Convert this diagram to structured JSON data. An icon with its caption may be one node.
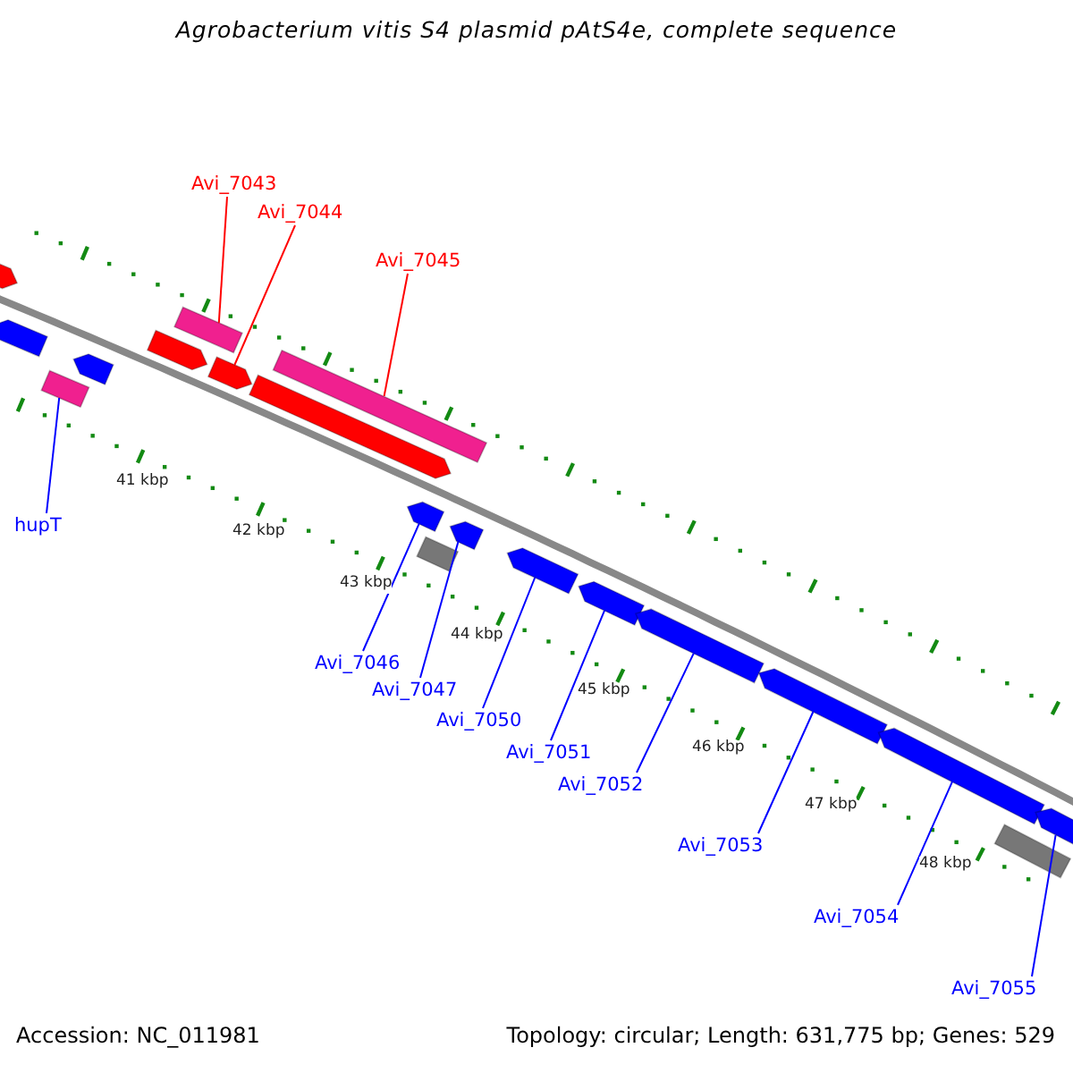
{
  "diagram": {
    "title": "Agrobacterium vitis S4 plasmid pAtS4e, complete sequence",
    "nodes": [
      {
        "text": [
          "Avi_7043"
        ]
      },
      {
        "text": [
          "Avi_7044"
        ]
      },
      {
        "text": [
          "Avi_7045"
        ]
      },
      {
        "text": [
          "hupT"
        ]
      },
      {
        "text": [
          "Avi_7046"
        ]
      },
      {
        "text": [
          "Avi_7047"
        ]
      },
      {
        "text": [
          "Avi_7050"
        ]
      },
      {
        "text": [
          "Avi_7051"
        ]
      },
      {
        "text": [
          "Avi_7052"
        ]
      },
      {
        "text": [
          "Avi_7053"
        ]
      },
      {
        "text": [
          "Avi_7054"
        ]
      },
      {
        "text": [
          "Avi_7055"
        ]
      },
      {
        "text": [],
        "shape": "bar"
      },
      {
        "text": [],
        "shape": "bar"
      },
      {
        "text": [],
        "shape": "bar"
      },
      {
        "text": [],
        "shape": "bar"
      },
      {
        "text": [],
        "shape": "bar"
      },
      {
        "text": [],
        "shape": "bar"
      },
      {
        "text": [],
        "shape": "bar"
      },
      {
        "text": [],
        "shape": "bar"
      },
      {
        "text": [],
        "shape": "bar"
      },
      {
        "text": [],
        "shape": "bar"
      },
      {
        "text": [],
        "shape": "bar"
      },
      {
        "text": [],
        "shape": "bar"
      },
      {
        "text": [],
        "shape": "bar"
      },
      {
        "text": [],
        "shape": "bar"
      },
      {
        "text": [],
        "shape": "bar"
      },
      {
        "text": [],
        "shape": "bar"
      },
      {
        "text": [],
        "shape": "bar"
      },
      {
        "text": [],
        "shape": "bar"
      },
      {
        "text": [],
        "shape": "bar"
      }
    ],
    "edges": [
      {
        "from": 0,
        "to": 17,
        "arrow": "none",
        "color": "#ff0000"
      },
      {
        "from": 1,
        "to": 18,
        "arrow": "none",
        "color": "#ff0000"
      },
      {
        "from": 2,
        "to": 20,
        "arrow": "none",
        "color": "#ff0000"
      },
      {
        "from": 3,
        "to": 14,
        "arrow": "none"
      },
      {
        "from": 4,
        "to": 21,
        "arrow": "none"
      },
      {
        "from": 5,
        "to": 23,
        "arrow": "none"
      },
      {
        "from": 6,
        "to": 24,
        "arrow": "none"
      },
      {
        "from": 7,
        "to": 25,
        "arrow": "none"
      },
      {
        "from": 8,
        "to": 26,
        "arrow": "none"
      },
      {
        "from": 9,
        "to": 27,
        "arrow": "none"
      },
      {
        "from": 10,
        "to": 28,
        "arrow": "none"
      },
      {
        "from": 11,
        "to": 30,
        "arrow": "none"
      }
    ],
    "labels": [
      "41 kbp",
      "42 kbp",
      "43 kbp",
      "44 kbp",
      "45 kbp",
      "46 kbp",
      "47 kbp",
      "48 kbp",
      "Accession: NC_011981",
      "Topology: circular; Length: 631,775 bp; Genes: 529"
    ]
  }
}
